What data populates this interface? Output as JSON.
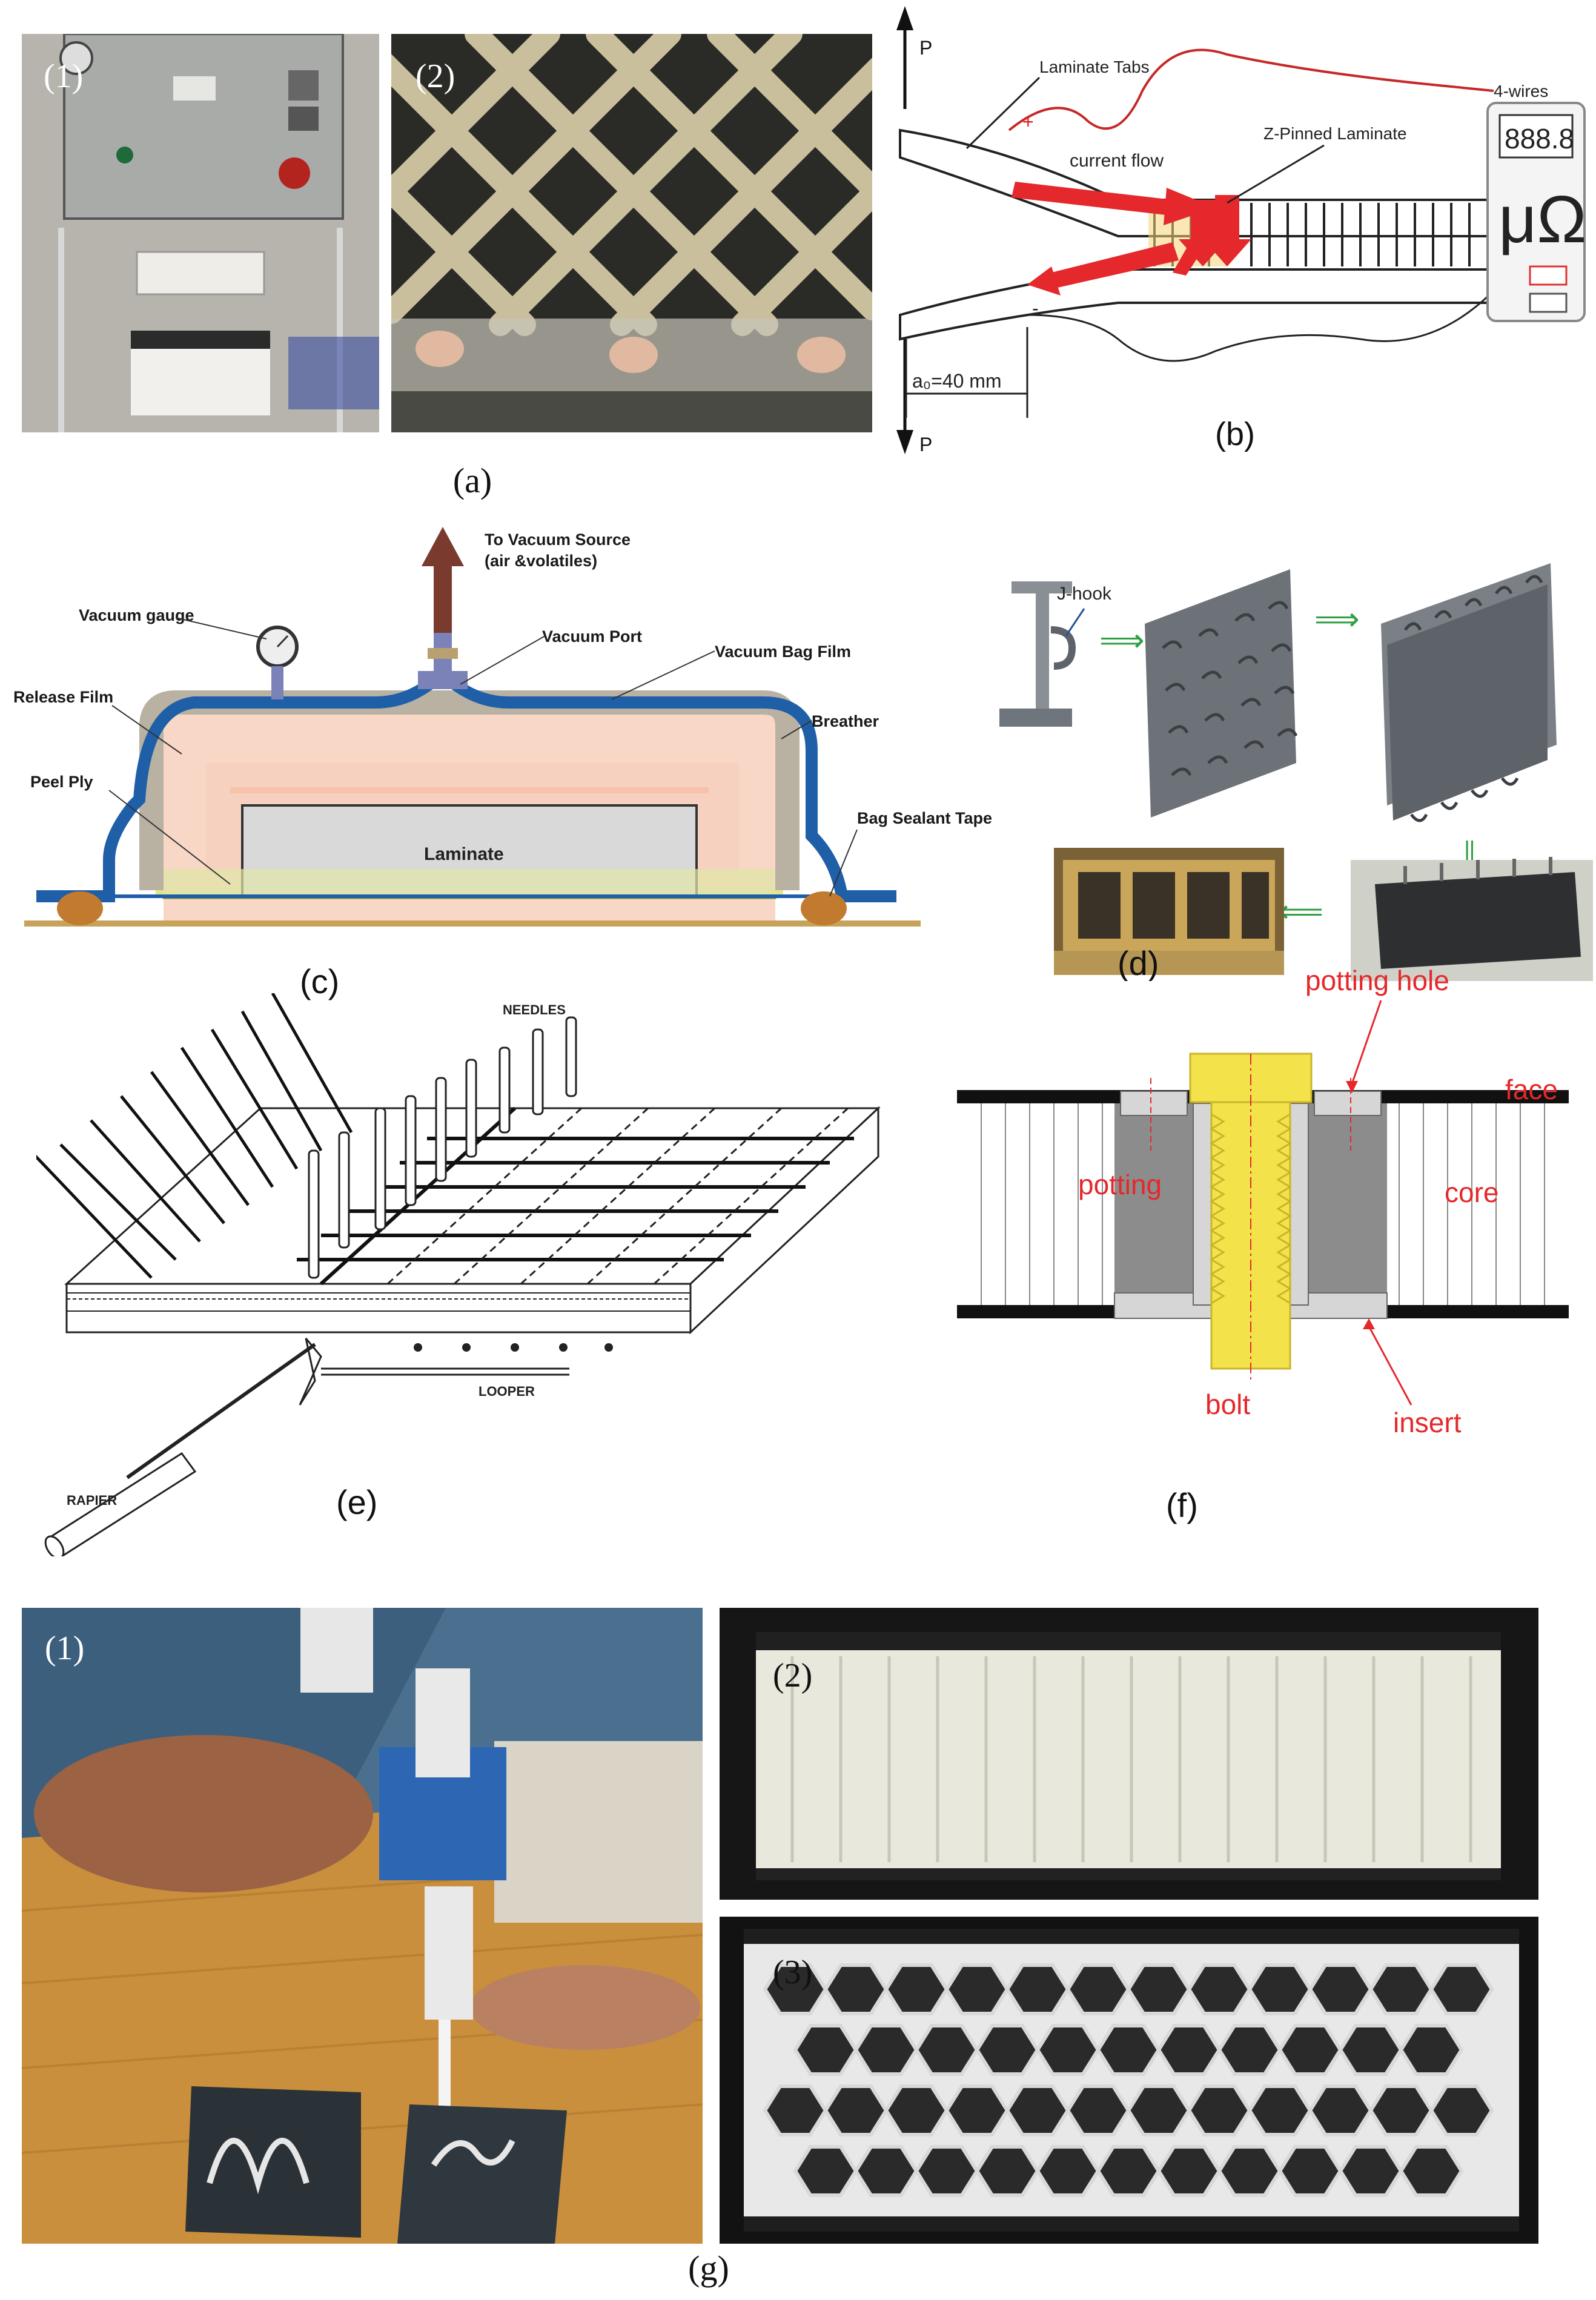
{
  "panel_a": {
    "caption": "(a)",
    "photo1_label": "(1)",
    "photo2_label": "(2)"
  },
  "panel_b": {
    "caption": "(b)",
    "force_top": "P",
    "force_bottom": "P",
    "laminate_tabs": "Laminate Tabs",
    "four_wires": "4-wires",
    "current_flow": "current flow",
    "z_pinned": "Z-Pinned Laminate",
    "plus": "+",
    "minus": "-",
    "crack_length": "a₀=40 mm",
    "meter_display": "888.8",
    "meter_unit": "μΩ"
  },
  "panel_c": {
    "caption": "(c)",
    "vacuum_source": "To Vacuum Source",
    "vacuum_source_sub": "(air  &volatiles)",
    "vacuum_gauge": "Vacuum gauge",
    "vacuum_port": "Vacuum Port",
    "vacuum_bag_film": "Vacuum Bag Film",
    "release_film": "Release Film",
    "breather": "Breather",
    "peel_ply": "Peel Ply",
    "bag_sealant_tape": "Bag Sealant Tape",
    "laminate": "Laminate"
  },
  "panel_d": {
    "caption": "(d)",
    "j_hook": "J-hook"
  },
  "panel_e": {
    "caption": "(e)",
    "needles": "NEEDLES",
    "looper": "LOOPER",
    "rapier": "RAPIER"
  },
  "panel_f": {
    "caption": "(f)",
    "potting_hole": "potting hole",
    "face": "face",
    "potting": "potting",
    "core": "core",
    "bolt": "bolt",
    "insert": "insert"
  },
  "panel_g": {
    "caption": "(g)",
    "photo1_label": "(1)",
    "photo2_label": "(2)",
    "photo3_label": "(3)"
  },
  "colors": {
    "bag_blue": "#1f5fa8",
    "breather": "#b9b1a2",
    "release_film": "#f8d7c6",
    "peel_ply": "#dfe6a6",
    "laminate": "#d9d9d9",
    "red_annot": "#e5282b",
    "bolt_yellow": "#f4e24a",
    "potting_gray": "#8c8c8c"
  }
}
